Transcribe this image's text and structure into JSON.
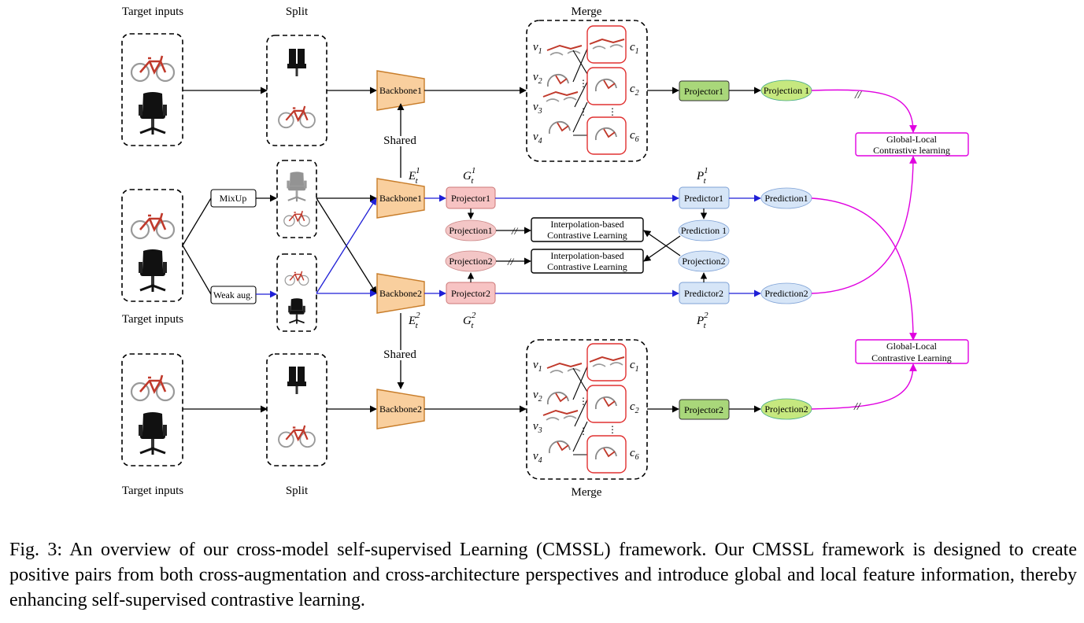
{
  "labels": {
    "target_inputs": "Target inputs",
    "split": "Split",
    "merge": "Merge",
    "shared": "Shared",
    "mixup": "MixUp",
    "weak_aug": "Weak aug.",
    "backbone1": "Backbone1",
    "backbone2": "Backbone2",
    "projector1": "Projector1",
    "projector2": "Projector2",
    "predictor1": "Predictor1",
    "predictor2": "Predictor2",
    "projection1": "Projection1",
    "projection2": "Projection2",
    "projection1_top": "Projection 1",
    "prediction1_circle": "Prediction 1",
    "prediction1": "Prediction1",
    "prediction2": "Prediction2",
    "interp_cl_1": "Interpolation-based",
    "interp_cl_2": "Contrastive Learning",
    "gl_cl_1": "Global-Local",
    "gl_cl_2a": "Contrastive learning",
    "gl_cl_2b": "Contrastive Learning",
    "break_mark": "//",
    "dots": "⋮"
  },
  "math": {
    "E": "E",
    "G": "G",
    "P": "P",
    "sub_t": "t",
    "sup_1": "1",
    "sup_2": "2",
    "v": "v",
    "c": "c",
    "v_idx": [
      "1",
      "2",
      "3",
      "4"
    ],
    "c_idx": [
      "1",
      "2",
      "6"
    ]
  },
  "caption": "Fig. 3: An overview of our cross-model self-supervised Learning (CMSSL) framework. Our CMSSL framework is designed to create positive pairs from both cross-augmentation and cross-architecture perspectives and introduce global and local feature information, thereby enhancing self-supervised contrastive learning.",
  "colors": {
    "backbone_fill": "#f9cf9e",
    "backbone_stroke": "#c87d2a",
    "projector_green": "#a9d77a",
    "projection_green": "#c6e87f",
    "projector_pink": "#f7c3c3",
    "projection_pink": "#f3c6c6",
    "predictor_blue": "#d6e5f7",
    "blue_arrow": "#1f1fd6",
    "magenta": "#e000e0",
    "red_box": "#e03030"
  }
}
